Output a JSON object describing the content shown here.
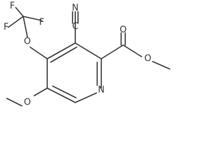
{
  "molecule": {
    "atoms": {
      "n_triple": "N",
      "c_cyano": "C",
      "f1": "F",
      "f2": "F",
      "f3": "F",
      "o_ocf3": "O",
      "o_carbonyl": "O",
      "o_ester": "O",
      "n_ring": "N",
      "o_methoxy": "O"
    }
  }
}
